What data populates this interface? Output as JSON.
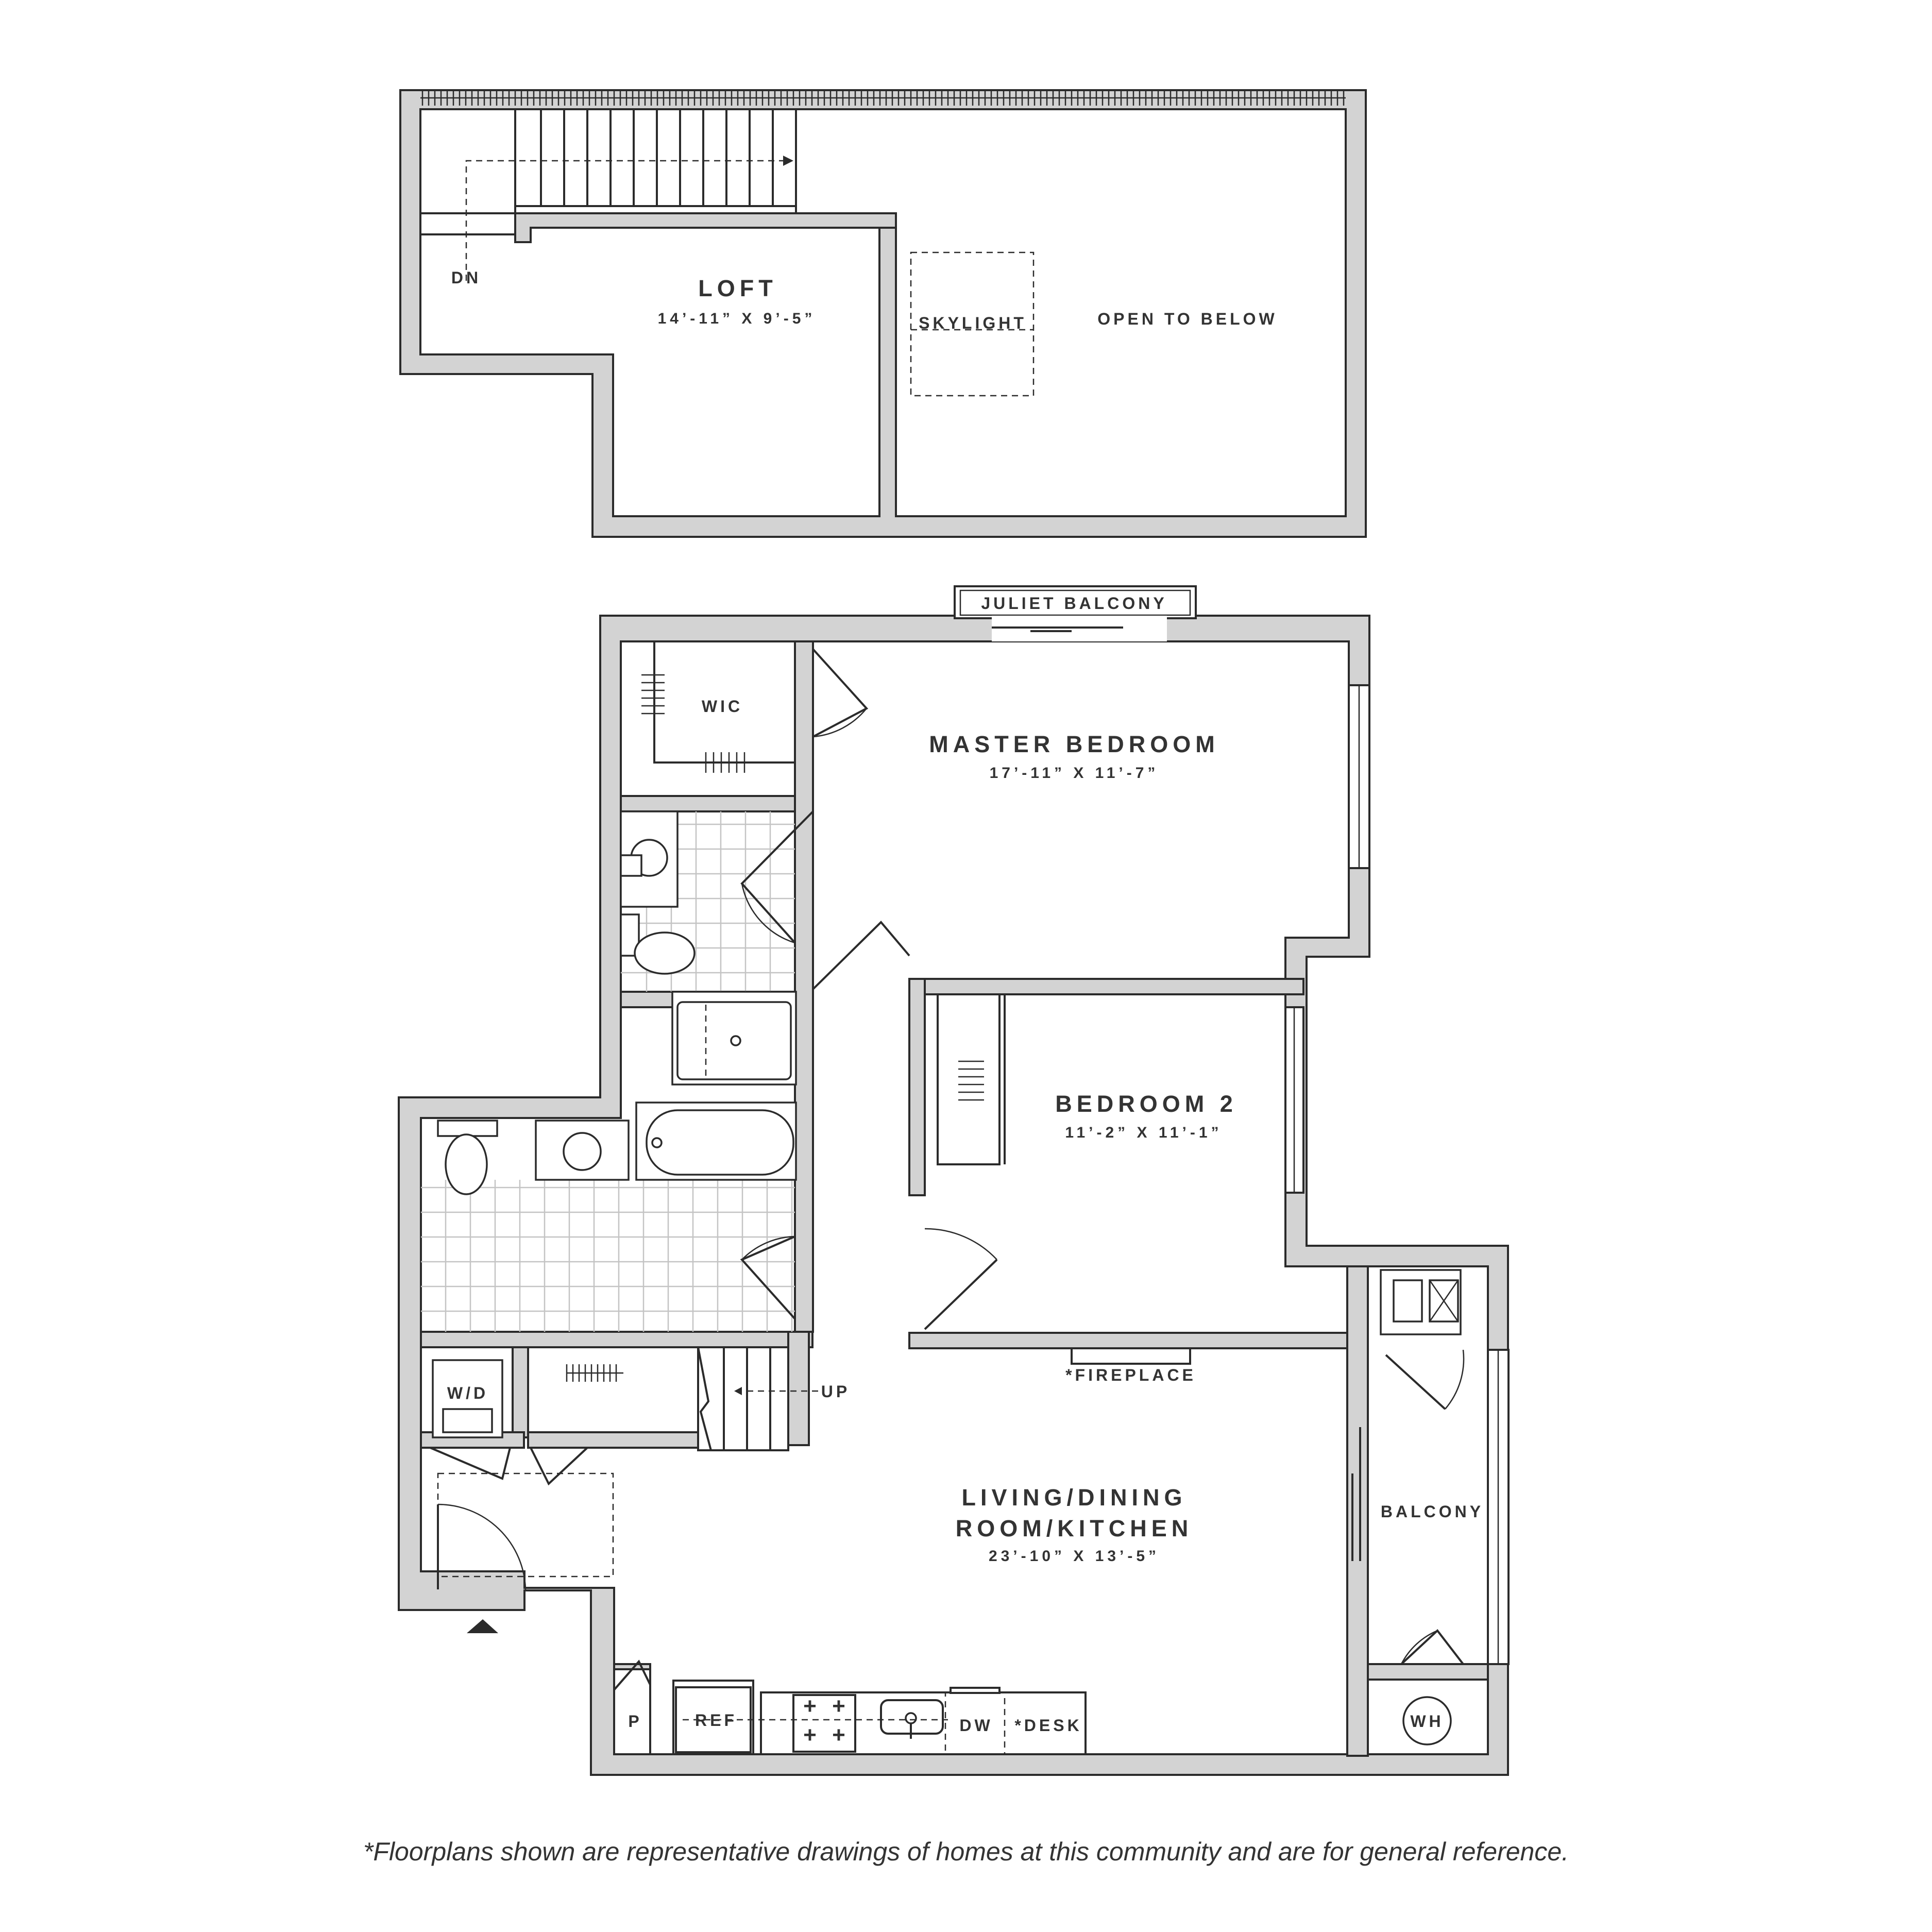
{
  "loft": {
    "name": "LOFT",
    "dims": "14’-11” X 9’-5”",
    "stair_label": "DN",
    "skylight": "SKYLIGHT",
    "open_to_below": "OPEN TO BELOW"
  },
  "main": {
    "juliet_balcony": "JULIET BALCONY",
    "wic": "WIC",
    "master_bedroom": {
      "name": "MASTER BEDROOM",
      "dims": "17’-11” X 11’-7”"
    },
    "bedroom2": {
      "name": "BEDROOM 2",
      "dims": "11’-2” X 11’-1”"
    },
    "fireplace": "*FIREPLACE",
    "living": {
      "name_line1": "LIVING/DINING",
      "name_line2": "ROOM/KITCHEN",
      "dims": "23’-10” X 13’-5”"
    },
    "up_label": "UP",
    "washer_dryer": "W/D",
    "balcony": "BALCONY",
    "water_heater": "WH",
    "pantry": "P",
    "refrigerator": "REF",
    "dishwasher": "DW",
    "desk": "*DESK"
  },
  "disclaimer": "*Floorplans shown are representative drawings of homes at this community and are for general reference."
}
